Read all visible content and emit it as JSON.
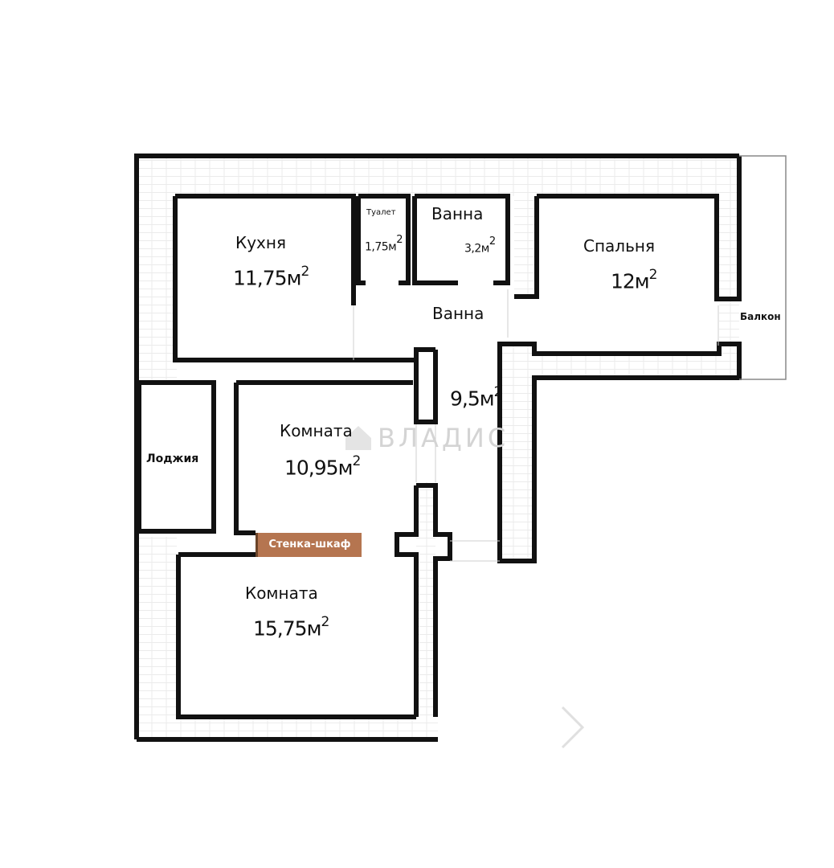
{
  "rooms": {
    "kitchen": {
      "name": "Кухня",
      "area": "11,75м",
      "unit_exp": "2"
    },
    "toilet": {
      "name": "Туалет",
      "area": "1,75м",
      "unit_exp": "2"
    },
    "bath": {
      "name": "Ванна",
      "area": "3,2м",
      "unit_exp": "2"
    },
    "bedroom": {
      "name": "Спальня",
      "area": "12м",
      "unit_exp": "2"
    },
    "hall": {
      "name": "Ванна",
      "area": "9,5м",
      "unit_exp": "2"
    },
    "room1": {
      "name": "Комната",
      "area": "10,95м",
      "unit_exp": "2"
    },
    "room2": {
      "name": "Комната",
      "area": "15,75м",
      "unit_exp": "2"
    }
  },
  "labels": {
    "balcony": "Балкон",
    "loggia": "Лоджия",
    "wardrobe": "Стенка-шкаф"
  },
  "watermarks": {
    "brand": "ВЛАДИС"
  },
  "colors": {
    "wall": "#111111",
    "floor_tile": "#ececec",
    "wardrobe": "#b57550",
    "watermark": "#d4d4d4"
  }
}
